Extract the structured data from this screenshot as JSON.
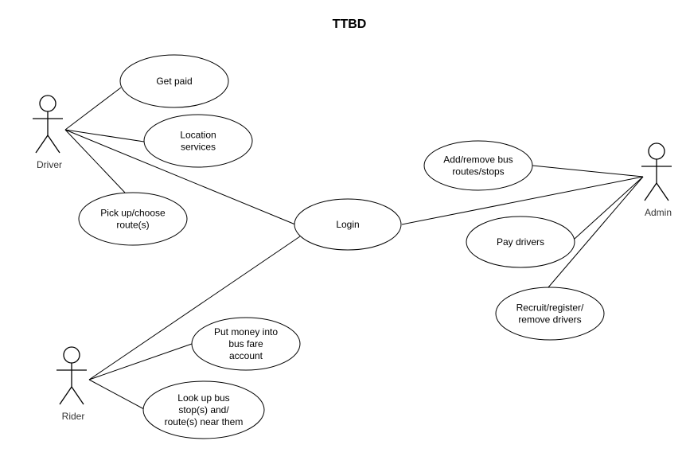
{
  "diagram": {
    "title": "TTBD",
    "actors": [
      {
        "id": "driver",
        "label": "Driver"
      },
      {
        "id": "admin",
        "label": "Admin"
      },
      {
        "id": "rider",
        "label": "Rider"
      }
    ],
    "use_cases": [
      {
        "id": "get-paid",
        "lines": [
          "Get paid"
        ]
      },
      {
        "id": "location-services",
        "lines": [
          "Location",
          "services"
        ]
      },
      {
        "id": "pick-up-route",
        "lines": [
          "Pick up/choose",
          "route(s)"
        ]
      },
      {
        "id": "login",
        "lines": [
          "Login"
        ]
      },
      {
        "id": "add-remove-routes",
        "lines": [
          "Add/remove bus",
          "routes/stops"
        ]
      },
      {
        "id": "pay-drivers",
        "lines": [
          "Pay drivers"
        ]
      },
      {
        "id": "recruit-drivers",
        "lines": [
          "Recruit/register/",
          "remove drivers"
        ]
      },
      {
        "id": "put-money",
        "lines": [
          "Put money into",
          "bus fare",
          "account"
        ]
      },
      {
        "id": "look-up-stops",
        "lines": [
          "Look up bus",
          "stop(s) and/",
          "route(s) near them"
        ]
      }
    ],
    "associations": [
      [
        "driver",
        "get-paid"
      ],
      [
        "driver",
        "location-services"
      ],
      [
        "driver",
        "pick-up-route"
      ],
      [
        "driver",
        "login"
      ],
      [
        "admin",
        "add-remove-routes"
      ],
      [
        "admin",
        "login"
      ],
      [
        "admin",
        "pay-drivers"
      ],
      [
        "admin",
        "recruit-drivers"
      ],
      [
        "rider",
        "login"
      ],
      [
        "rider",
        "put-money"
      ],
      [
        "rider",
        "look-up-stops"
      ]
    ]
  }
}
